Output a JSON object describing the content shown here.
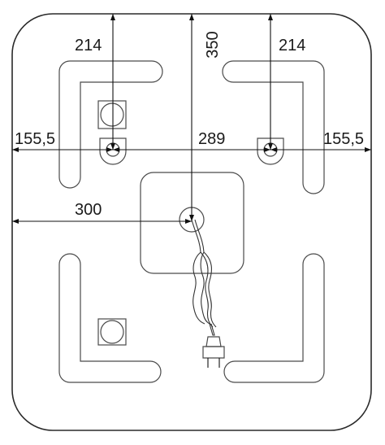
{
  "dimensions": {
    "top_left_width": "214",
    "top_right_width": "214",
    "center_height": "350",
    "left_edge_offset": "155,5",
    "right_edge_offset": "155,5",
    "mount_spacing": "289",
    "center_offset": "300"
  }
}
